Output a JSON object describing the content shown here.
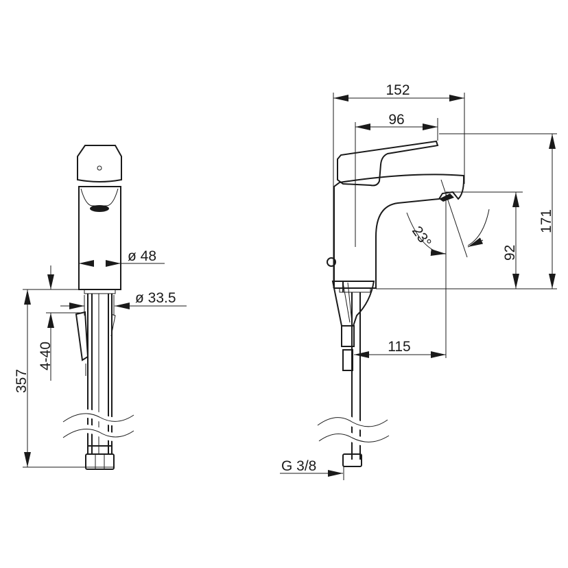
{
  "drawing": {
    "front_view": {
      "dim_body_diameter": "ø 48",
      "dim_pipe_diameter": "ø 33.5",
      "dim_deck_thickness": "4-40",
      "dim_total_height": "357"
    },
    "side_view": {
      "dim_total_depth": "152",
      "dim_lever_length": "96",
      "dim_height": "171",
      "dim_spout_height": "92",
      "dim_spout_reach": "115",
      "dim_spout_angle": "23°",
      "dim_connection": "G 3/8"
    },
    "line_color": "#1a1a1a",
    "background": "#ffffff"
  }
}
